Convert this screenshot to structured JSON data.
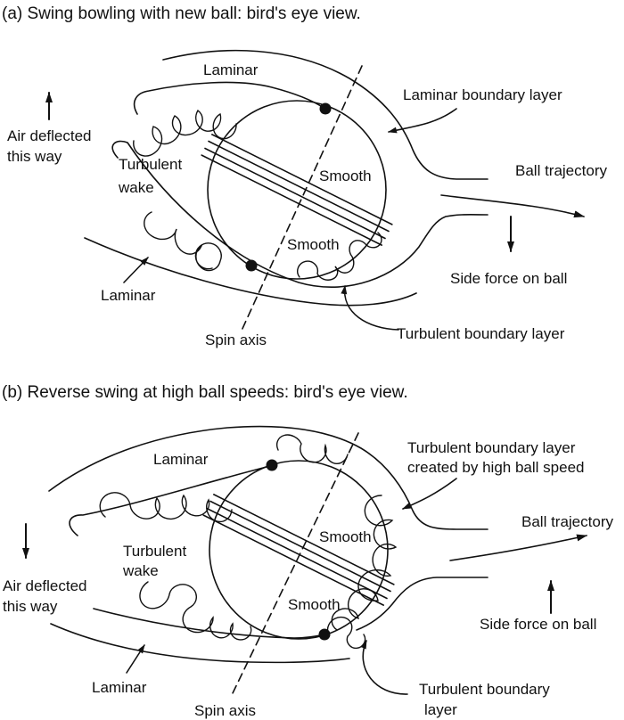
{
  "figure": {
    "background": "#ffffff",
    "ink_color": "#111111"
  },
  "panel_a": {
    "title": "(a) Swing bowling with new ball: bird's eye view.",
    "labels": {
      "laminar_top": "Laminar",
      "laminar_boundary_layer": "Laminar boundary layer",
      "ball_trajectory": "Ball trajectory",
      "air_deflected_1": "Air deflected",
      "air_deflected_2": "this way",
      "turbulent_wake_1": "Turbulent",
      "turbulent_wake_2": "wake",
      "smooth_upper": "Smooth",
      "smooth_lower": "Smooth",
      "side_force": "Side force on ball",
      "laminar_bottom": "Laminar",
      "spin_axis": "Spin axis",
      "turbulent_boundary_layer": "Turbulent boundary layer"
    }
  },
  "panel_b": {
    "title": "(b) Reverse swing at high ball speeds: bird's eye view.",
    "labels": {
      "laminar_top": "Laminar",
      "turbulent_created_1": "Turbulent boundary layer",
      "turbulent_created_2": "created by high ball speed",
      "ball_trajectory": "Ball trajectory",
      "turbulent_wake_1": "Turbulent",
      "turbulent_wake_2": "wake",
      "smooth_upper": "Smooth",
      "smooth_lower": "Smooth",
      "air_deflected_1": "Air deflected",
      "air_deflected_2": "this way",
      "side_force": "Side force on ball",
      "laminar_bottom": "Laminar",
      "spin_axis": "Spin axis",
      "turbulent_boundary_layer_1": "Turbulent boundary",
      "turbulent_boundary_layer_2": "layer"
    }
  }
}
